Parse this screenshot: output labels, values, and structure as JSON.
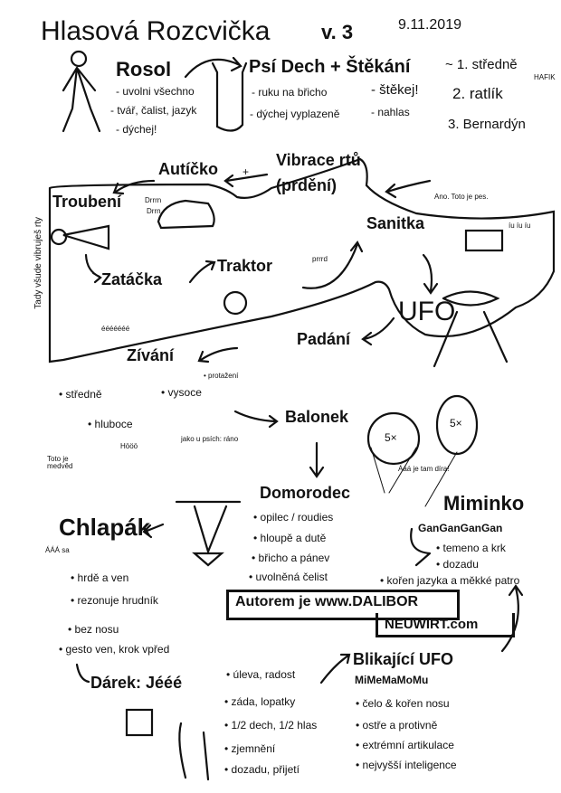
{
  "header": {
    "title": "Hlasová Rozcvička",
    "version": "v. 3",
    "date": "9.11.2019"
  },
  "rosol": {
    "title": "Rosol",
    "items": [
      "- uvolni všechno",
      "- tvář, čalist, jazyk",
      "- dýchej!"
    ]
  },
  "psi_dech": {
    "title": "Psí Dech + Štěkání",
    "items_left": [
      "- ruku na břicho",
      "- dýchej vyplazeně"
    ],
    "items_right": [
      "- štěkej!",
      "- nahlas"
    ],
    "variants": [
      "~ 1. středně",
      "2. ratlík",
      "3. Bernardýn"
    ],
    "hafik": "HAFIK",
    "dog_note": "Ano. Toto je pes."
  },
  "blob": {
    "vertical_note": "Tady všude vibruješ rty",
    "autícko": "Autíčko",
    "drrn": [
      "Drrrn",
      "Drrn"
    ],
    "vibrace": "Vibrace rtů",
    "prdeni": "(prdění)",
    "prrrd": "prrrd",
    "plus": "+",
    "troubeni": "Troubení",
    "zatacka": "Zatáčka",
    "eee": "ééééééé",
    "traktor": "Traktor",
    "sanitka": "Sanitka",
    "iuiu": "íu íu íu",
    "ufo": "UFO"
  },
  "padani": "Padání",
  "zivani": {
    "title": "Zívání",
    "stredne": "• středně",
    "vysoce": "• vysoce",
    "protazeni": "• protažení",
    "hluboce": "• hluboce",
    "hooo": "Hööö",
    "medved": "Toto je medvěd",
    "jako": "jako u psích: ráno"
  },
  "balonek": {
    "title": "Balonek",
    "count": "5×",
    "count2": "5×",
    "hole": "Ááá je tam díra!"
  },
  "domorodec": {
    "title": "Domorodec",
    "items": [
      "• opilec / roudies",
      "• hloupě a dutě",
      "• břicho a pánev",
      "• uvolněná čelist"
    ]
  },
  "chlapak": {
    "title": "Chlapák",
    "shout": "ÁÁÁ sa",
    "items": [
      "• hrdě a ven",
      "• rezonuje hrudník",
      "• bez nosu",
      "• gesto ven, krok vpřed"
    ]
  },
  "miminko": {
    "title": "Miminko",
    "sound": "GanGanGanGan",
    "items": [
      "• temeno a krk",
      "• dozadu",
      "• kořen jazyka a měkké patro"
    ]
  },
  "author": {
    "line1": "Autorem je www.DALIBOR",
    "line2": "NEUWIRT.com"
  },
  "darek": {
    "title": "Dárek: Jééé",
    "items": [
      "• úleva, radost",
      "• záda, lopatky",
      "• 1/2 dech, 1/2 hlas",
      "• zjemnění",
      "• dozadu, přijetí"
    ]
  },
  "blikajici": {
    "title": "Blikající UFO",
    "sound": "MiMeMaMoMu",
    "items": [
      "• čelo & kořen nosu",
      "• ostře a protivně",
      "• extrémní artikulace",
      "• nejvyšší inteligence"
    ]
  }
}
